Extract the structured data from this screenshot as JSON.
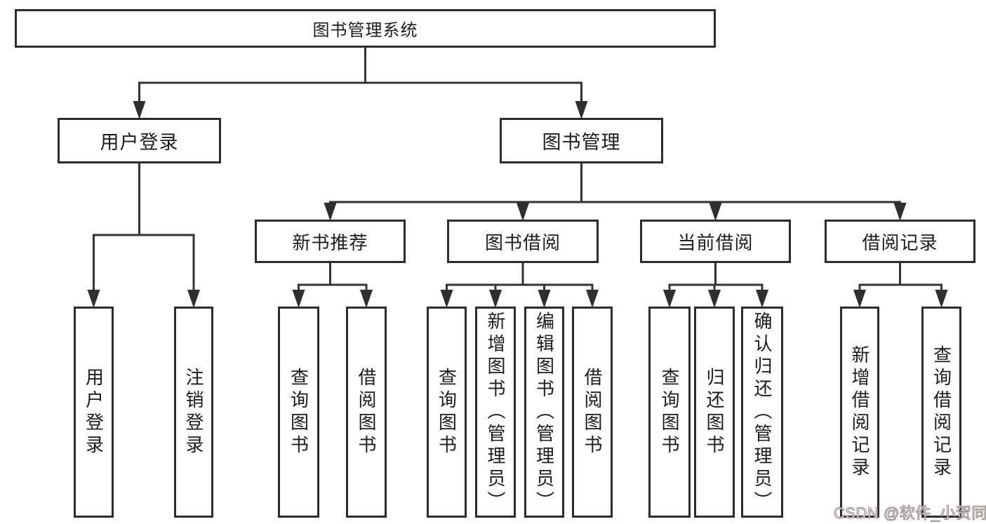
{
  "diagram": {
    "kind": "functional-structure-tree",
    "title": "图书管理系统"
  },
  "nodes": [
    {
      "id": "root",
      "label": "图书管理系统",
      "parent": null,
      "level": 1
    },
    {
      "id": "user-login",
      "label": "用户登录",
      "parent": "root",
      "level": 2
    },
    {
      "id": "book-mgmt",
      "label": "图书管理",
      "parent": "root",
      "level": 2
    },
    {
      "id": "login",
      "label": "用户登录",
      "parent": "user-login",
      "level": 4
    },
    {
      "id": "logout",
      "label": "注销登录",
      "parent": "user-login",
      "level": 4
    },
    {
      "id": "new-book-rec",
      "label": "新书推荐",
      "parent": "book-mgmt",
      "level": 3
    },
    {
      "id": "book-borrow",
      "label": "图书借阅",
      "parent": "book-mgmt",
      "level": 3
    },
    {
      "id": "current-borrow",
      "label": "当前借阅",
      "parent": "book-mgmt",
      "level": 3
    },
    {
      "id": "borrow-records",
      "label": "借阅记录",
      "parent": "book-mgmt",
      "level": 3
    },
    {
      "id": "nbr-query",
      "label": "查询图书",
      "parent": "new-book-rec",
      "level": 4
    },
    {
      "id": "nbr-borrow",
      "label": "借阅图书",
      "parent": "new-book-rec",
      "level": 4
    },
    {
      "id": "bb-query",
      "label": "查询图书",
      "parent": "book-borrow",
      "level": 4
    },
    {
      "id": "bb-add",
      "label": "新增图书（管理员）",
      "parent": "book-borrow",
      "level": 4
    },
    {
      "id": "bb-edit",
      "label": "编辑图书（管理员）",
      "parent": "book-borrow",
      "level": 4
    },
    {
      "id": "bb-borrow",
      "label": "借阅图书",
      "parent": "book-borrow",
      "level": 4
    },
    {
      "id": "cb-query",
      "label": "查询图书",
      "parent": "current-borrow",
      "level": 4
    },
    {
      "id": "cb-return",
      "label": "归还图书",
      "parent": "current-borrow",
      "level": 4
    },
    {
      "id": "cb-confirm",
      "label": "确认归还（管理员）",
      "parent": "current-borrow",
      "level": 4
    },
    {
      "id": "br-add",
      "label": "新增借阅记录",
      "parent": "borrow-records",
      "level": 4
    },
    {
      "id": "br-query",
      "label": "查询借阅记录",
      "parent": "borrow-records",
      "level": 4
    }
  ],
  "watermark": {
    "text": "CSDN @软件_小贺同学"
  },
  "colors": {
    "line": "#333333",
    "arrow": "#2f2f2f",
    "box_border": "#2c2c2c",
    "box_bg": "#ffffff",
    "text": "#1c1c1c"
  }
}
